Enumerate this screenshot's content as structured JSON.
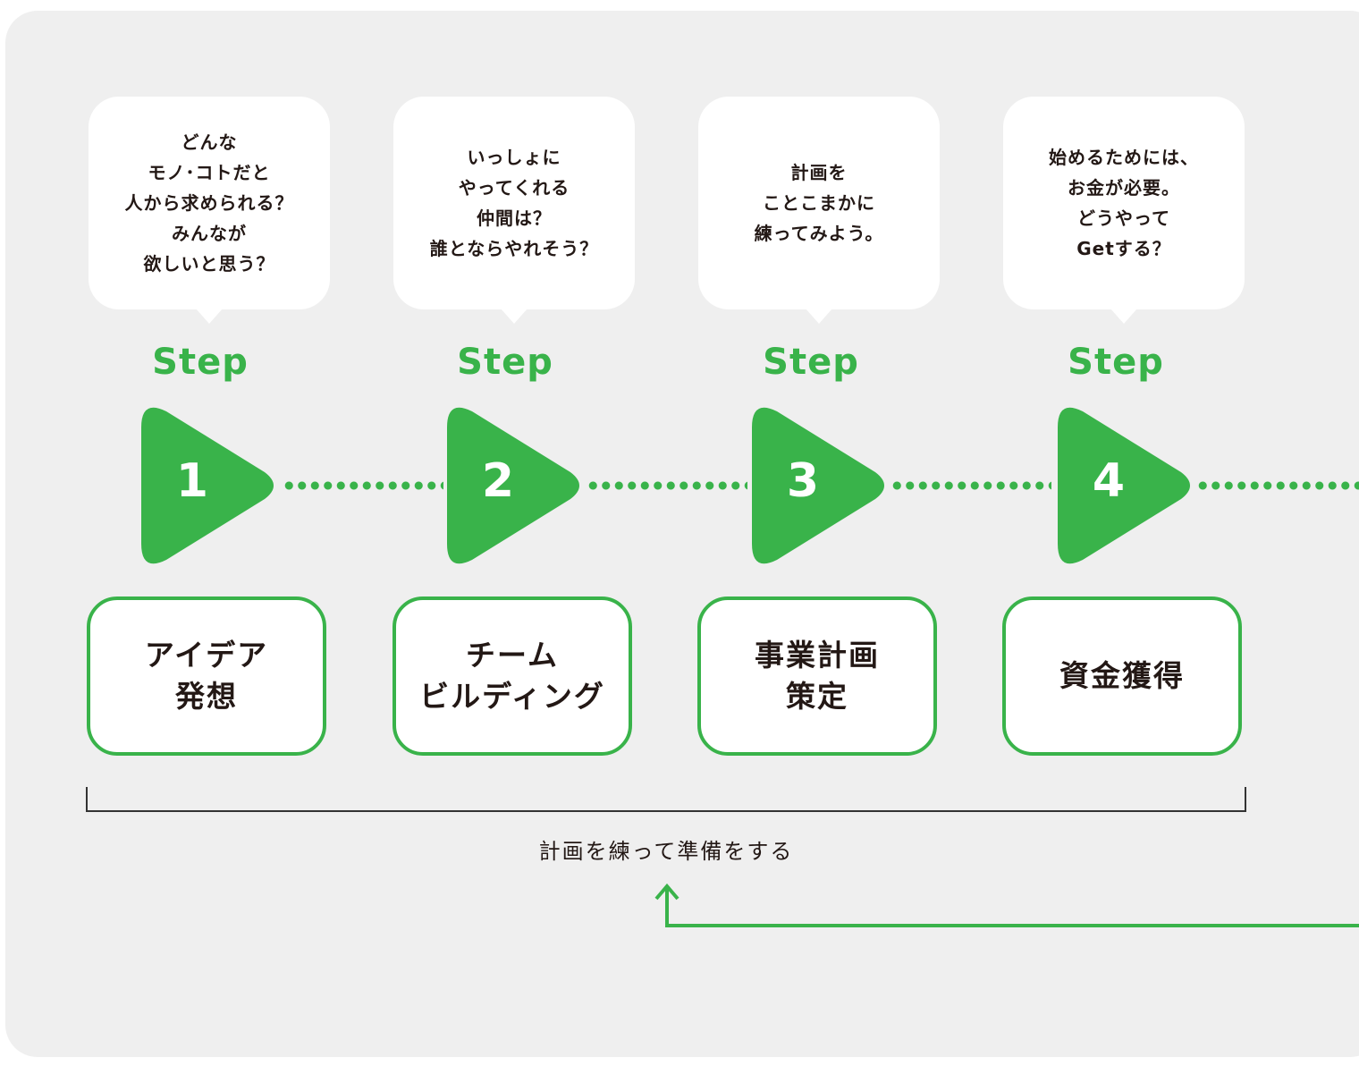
{
  "steps": [
    {
      "question": "どんな\nモノ･コトだと\n人から求められる？\nみんなが\n欲しいと思う？",
      "label": "Step",
      "number": "1",
      "title": "アイデア\n発想"
    },
    {
      "question": "いっしょに\nやってくれる\n仲間は？\n誰とならやれそう？",
      "label": "Step",
      "number": "2",
      "title": "チーム\nビルディング"
    },
    {
      "question": "計画を\nことこまかに\n練ってみよう。",
      "label": "Step",
      "number": "3",
      "title": "事業計画\n策定"
    },
    {
      "question": "始めるためには、\nお金が必要。\nどうやって\nGetする？",
      "label": "Step",
      "number": "4",
      "title": "資金獲得"
    }
  ],
  "bracket_label": "計画を練って準備をする",
  "colors": {
    "accent": "#39b34a",
    "panel": "#efefef",
    "text": "#231815"
  }
}
